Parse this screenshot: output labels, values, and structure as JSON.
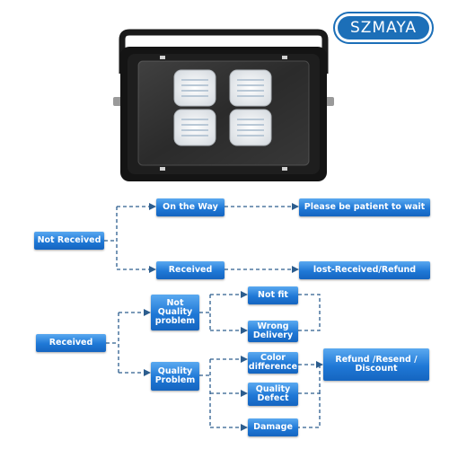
{
  "brand": {
    "name": "SZMAYA",
    "color": "#1c6fb8"
  },
  "product": {
    "description_icon": "led-floodlight-image"
  },
  "flow": {
    "not_received": "Not Received",
    "on_the_way": "On the Way",
    "please_wait": "Please be patient to wait",
    "received_top": "Received",
    "lost_received": "lost-Received/Refund",
    "received": "Received",
    "not_quality": "Not Quality problem",
    "quality_problem": "Quality Problem",
    "not_fit": "Not fit",
    "wrong_delivery": "Wrong Delivery",
    "color_difference": "Color difference",
    "quality_defect": "Quality Defect",
    "damage": "Damage",
    "refund": "Refund /Resend / Discount"
  },
  "colors": {
    "box": "#1f78d6",
    "line": "#2c5d8e"
  }
}
